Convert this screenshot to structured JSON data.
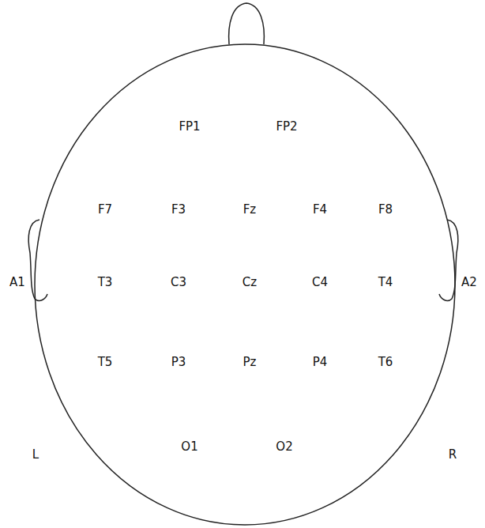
{
  "diagram": {
    "labels": [
      "FP1",
      "FP2",
      "F7",
      "F3",
      "Fz",
      "F4",
      "F8",
      "A1",
      "T3",
      "C3",
      "Cz",
      "C4",
      "T4",
      "A2",
      "T5",
      "P3",
      "Pz",
      "P4",
      "T6",
      "L",
      "O1",
      "O2",
      "R"
    ]
  }
}
